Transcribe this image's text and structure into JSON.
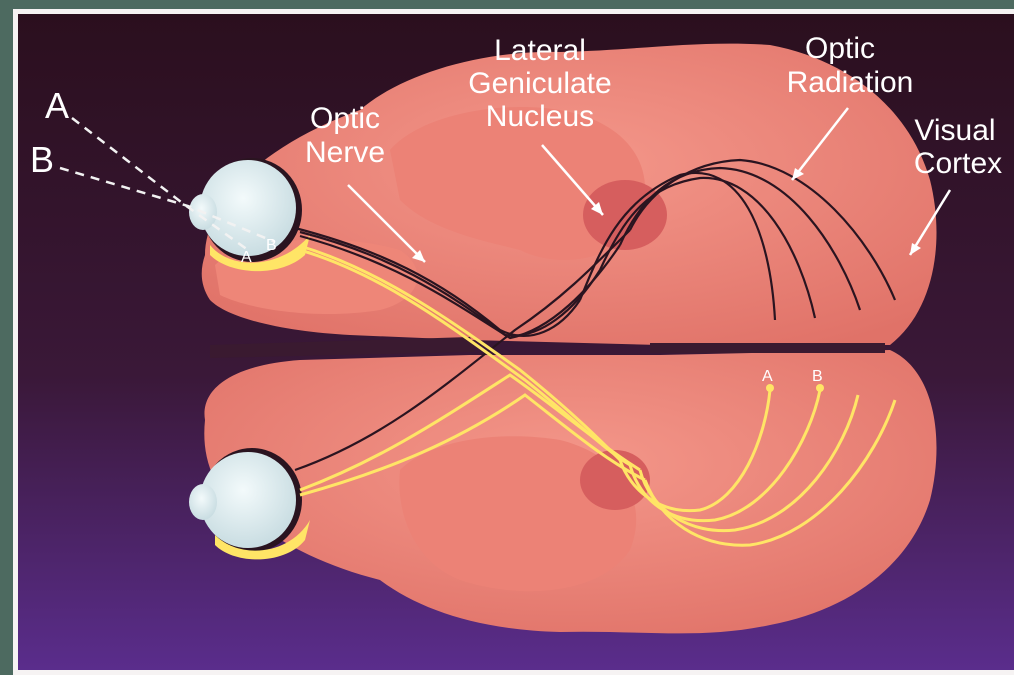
{
  "labels": {
    "visual_field_a": "A",
    "visual_field_b": "B",
    "optic_nerve_line1": "Optic",
    "optic_nerve_line2": "Nerve",
    "lgn_line1": "Lateral",
    "lgn_line2": "Geniculate",
    "lgn_line3": "Nucleus",
    "optic_radiation_line1": "Optic",
    "optic_radiation_line2": "Radiation",
    "visual_cortex_line1": "Visual",
    "visual_cortex_line2": "Cortex",
    "retina_a": "A",
    "retina_b": "B",
    "cortex_a": "A",
    "cortex_b": "B"
  },
  "colors": {
    "frame": "#4d6a60",
    "background_top": "#2b0f1e",
    "background_bottom": "#5a2d8c",
    "brain": "#f08a7c",
    "brain_shade": "#e2706a",
    "eye": "#dfeef2",
    "pathway_dark": "#2a1420",
    "pathway_yellow": "#ffe566"
  }
}
